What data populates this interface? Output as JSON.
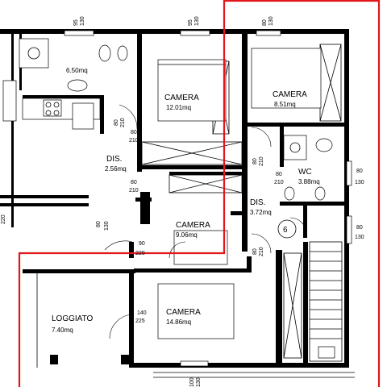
{
  "rooms": [
    {
      "id": "bagno-1",
      "name": "",
      "area": "6.50mq"
    },
    {
      "id": "camera-1",
      "name": "CAMERA",
      "area": "12.01mq"
    },
    {
      "id": "camera-2",
      "name": "CAMERA",
      "area": "8.51mq"
    },
    {
      "id": "dis-1",
      "name": "DIS.",
      "area": "2.56mq"
    },
    {
      "id": "wc",
      "name": "WC",
      "area": "3.88mq"
    },
    {
      "id": "dis-2",
      "name": "DIS.",
      "area": "3.72mq"
    },
    {
      "id": "camera-3",
      "name": "CAMERA",
      "area": "9.06mq"
    },
    {
      "id": "loggiato",
      "name": "LOGGIATO",
      "area": "7.40mq"
    },
    {
      "id": "camera-4",
      "name": "CAMERA",
      "area": "14.86mq"
    }
  ],
  "openings": [
    {
      "id": "w-top-1",
      "w": "95",
      "h": "130"
    },
    {
      "id": "w-top-2",
      "w": "95",
      "h": "130"
    },
    {
      "id": "w-top-3",
      "w": "80",
      "h": "130"
    },
    {
      "id": "d-camera1",
      "w": "80",
      "h": "210"
    },
    {
      "id": "d-bagno",
      "w": "80",
      "h": "210"
    },
    {
      "id": "d-dis1",
      "w": "80",
      "h": "210"
    },
    {
      "id": "d-camera2",
      "w": "80",
      "h": "210"
    },
    {
      "id": "d-wc",
      "w": "80",
      "h": "210"
    },
    {
      "id": "w-wc",
      "w": "80",
      "h": "130"
    },
    {
      "id": "w-right",
      "w": "80",
      "h": "130"
    },
    {
      "id": "w-left",
      "w": "80",
      "h": "130"
    },
    {
      "id": "d-camera3",
      "w": "80",
      "h": "210"
    },
    {
      "id": "d-dis2",
      "w": "90",
      "h": "220"
    },
    {
      "id": "d-camera4",
      "w": "140",
      "h": "225"
    },
    {
      "id": "w-bottom",
      "w": "100",
      "h": "130"
    }
  ],
  "stair_marker": "6",
  "partial_left_dim": "220",
  "colors": {
    "walls": "#000000",
    "boundary": "#e0161b",
    "background": "#ffffff"
  }
}
